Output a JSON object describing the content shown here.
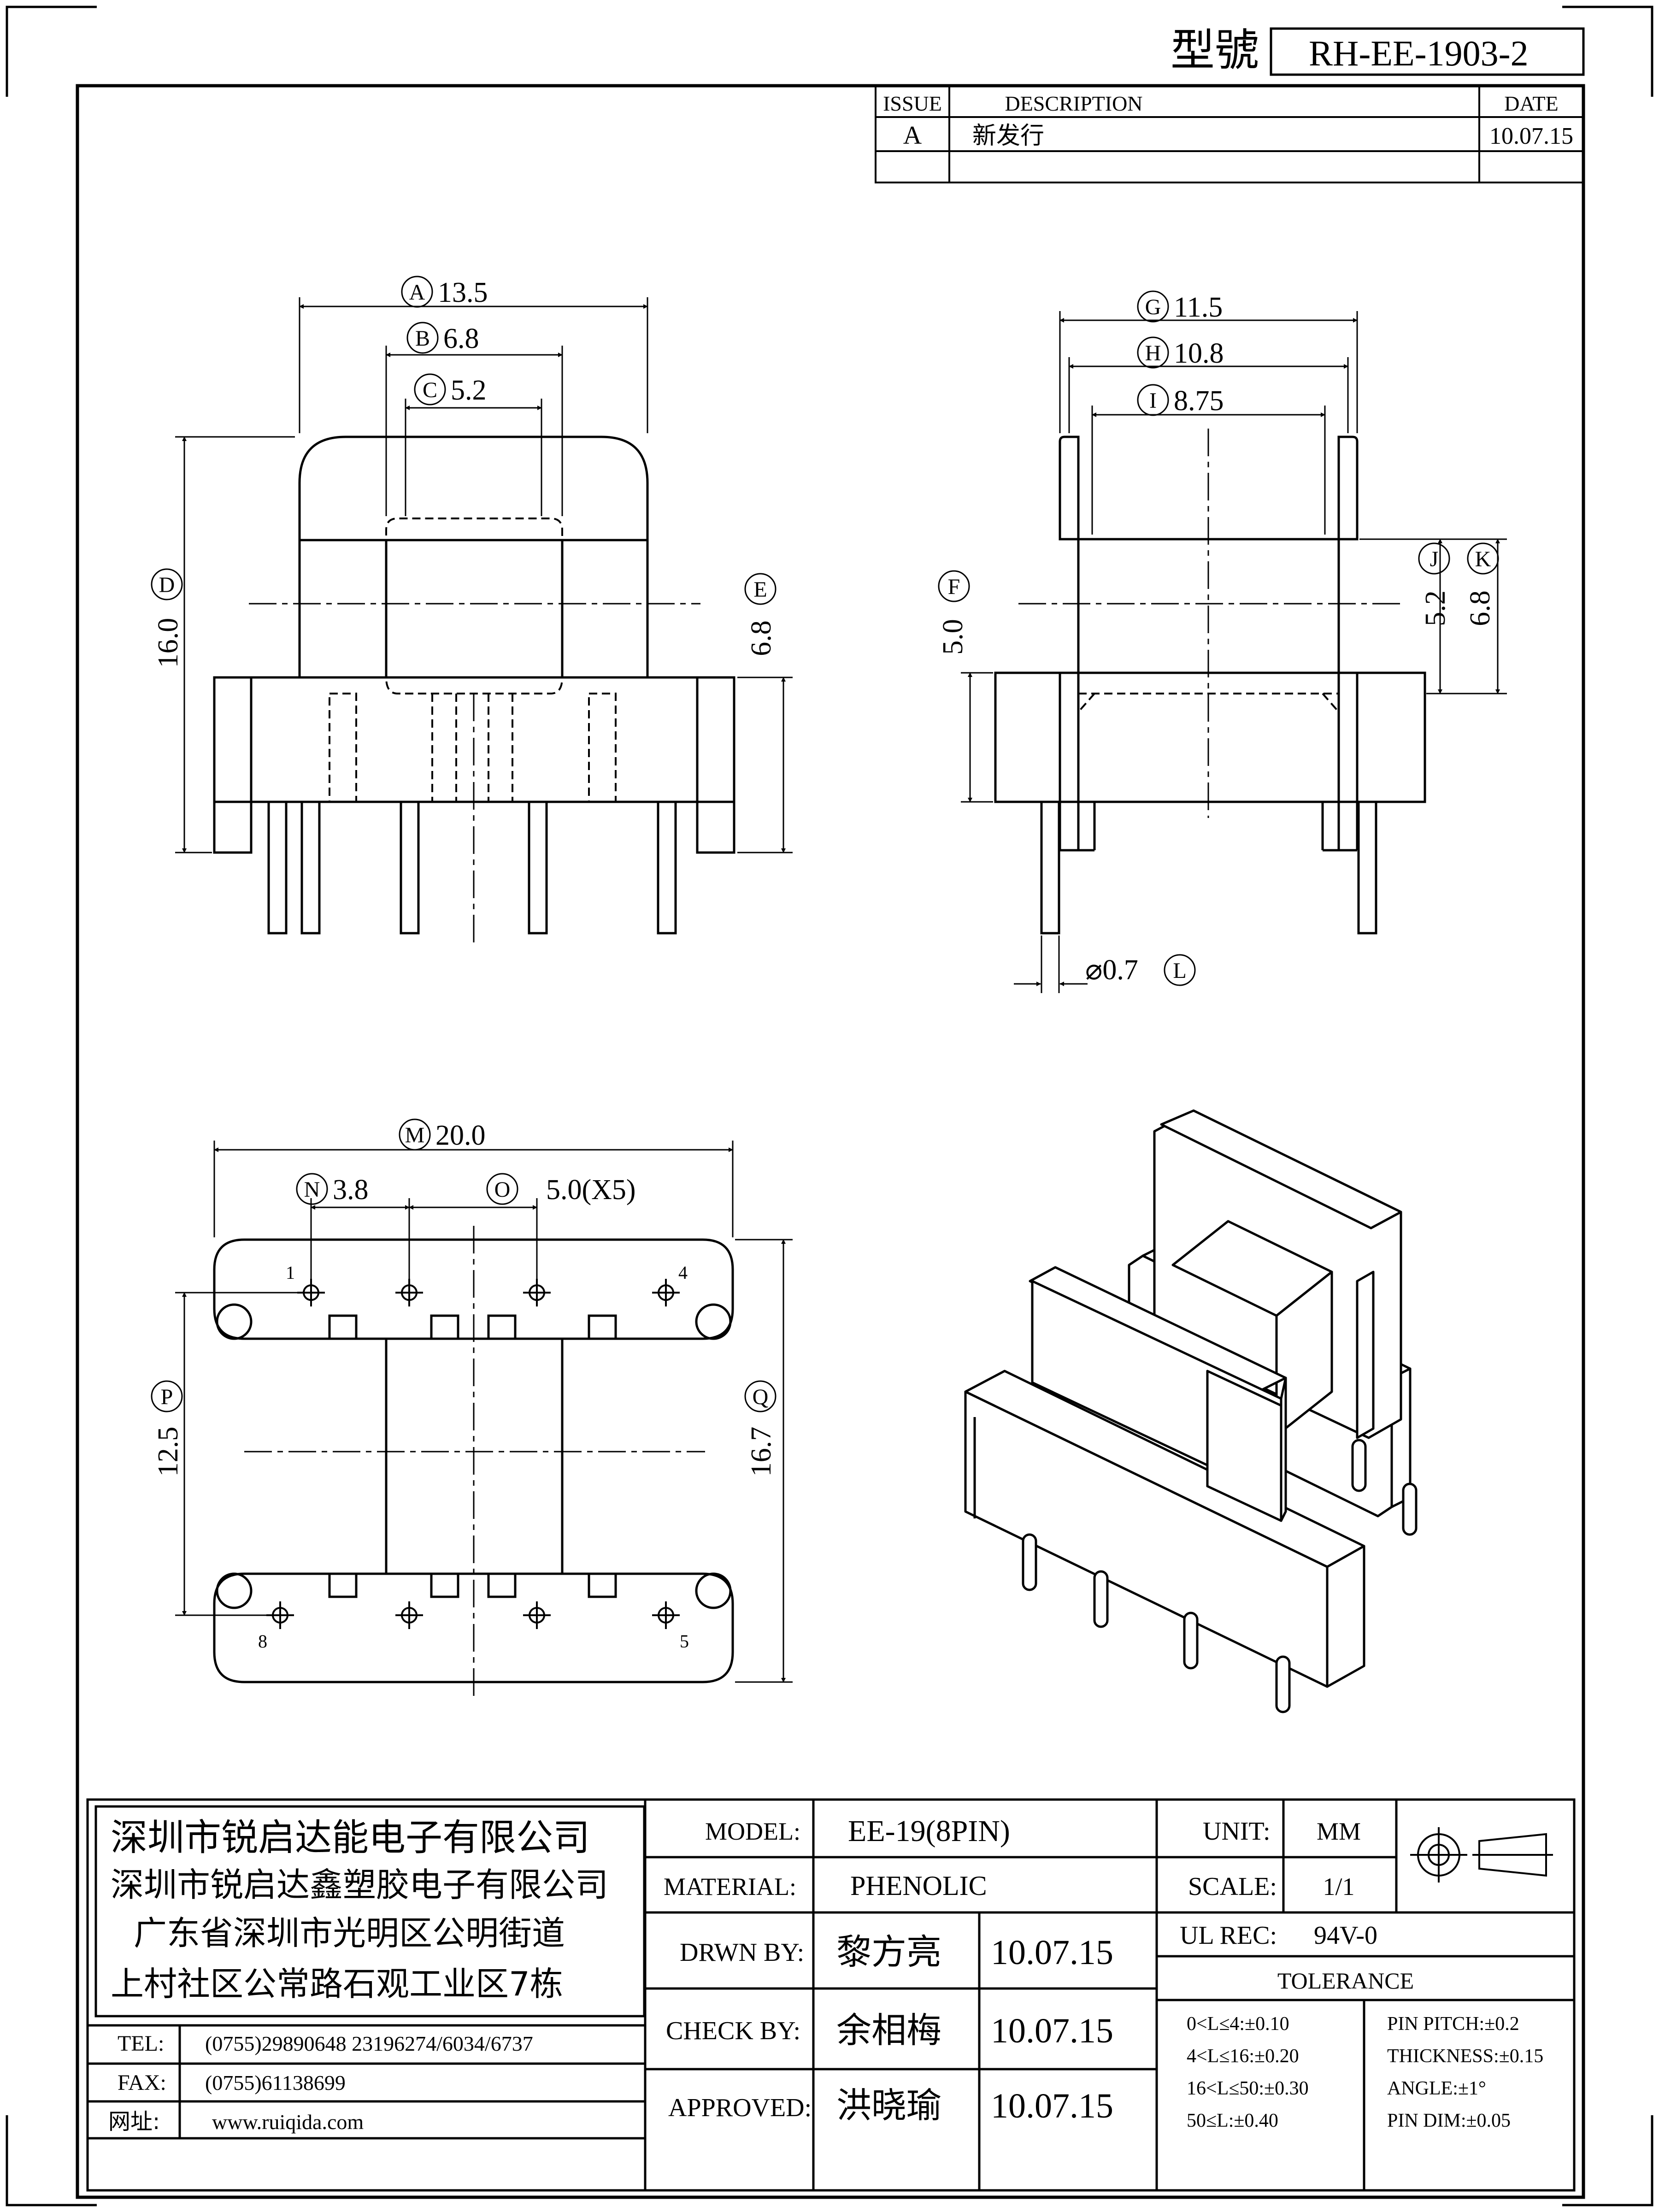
{
  "header": {
    "model_label": "型號",
    "model_no": "RH-EE-1903-2"
  },
  "revision": {
    "headers": {
      "issue": "ISSUE",
      "description": "DESCRIPTION",
      "date": "DATE"
    },
    "rows": [
      {
        "issue": "A",
        "description": "新发行",
        "date": "10.07.15"
      }
    ]
  },
  "side_view": {
    "dims": {
      "A": {
        "letter": "A",
        "value": "13.5"
      },
      "B": {
        "letter": "B",
        "value": "6.8"
      },
      "C": {
        "letter": "C",
        "value": "5.2"
      },
      "D": {
        "letter": "D",
        "value": "16.0"
      },
      "E": {
        "letter": "E",
        "value": "6.8"
      }
    }
  },
  "end_view": {
    "dims": {
      "G": {
        "letter": "G",
        "value": "11.5"
      },
      "H": {
        "letter": "H",
        "value": "10.8"
      },
      "I": {
        "letter": "I",
        "value": "8.75"
      },
      "F": {
        "letter": "F",
        "value": "5.0"
      },
      "J": {
        "letter": "J",
        "value": "5.2"
      },
      "K": {
        "letter": "K",
        "value": "6.8"
      },
      "L": {
        "letter": "L",
        "value": "⌀0.7"
      }
    }
  },
  "bottom_view": {
    "dims": {
      "M": {
        "letter": "M",
        "value": "20.0"
      },
      "N": {
        "letter": "N",
        "value": "3.8"
      },
      "O": {
        "letter": "O",
        "value": "5.0(X5)"
      },
      "P": {
        "letter": "P",
        "value": "12.5"
      },
      "Q": {
        "letter": "Q",
        "value": "16.7"
      }
    },
    "pins": {
      "p1": "1",
      "p4": "4",
      "p8": "8",
      "p5": "5"
    }
  },
  "company": {
    "lines": [
      "深圳市锐启达能电子有限公司",
      "深圳市锐启达鑫塑胶电子有限公司",
      "广东省深圳市光明区公明街道",
      "上村社区公常路石观工业区7栋"
    ],
    "tel_label": "TEL:",
    "tel": "(0755)29890648  23196274/6034/6737",
    "fax_label": "FAX:",
    "fax": "(0755)61138699",
    "web_label": "网址:",
    "web": "www.ruiqida.com"
  },
  "title_block": {
    "model_label": "MODEL:",
    "model": "EE-19(8PIN)",
    "material_label": "MATERIAL:",
    "material": "PHENOLIC",
    "drawn_label": "DRWN BY:",
    "drawn_name": "黎方亮",
    "drawn_date": "10.07.15",
    "check_label": "CHECK BY:",
    "check_name": "余相梅",
    "check_date": "10.07.15",
    "approved_label": "APPROVED:",
    "approved_name": "洪晓瑜",
    "approved_date": "10.07.15",
    "unit_label": "UNIT:",
    "unit": "MM",
    "scale_label": "SCALE:",
    "scale": "1/1",
    "ul_label": "UL REC:",
    "ul": "94V-0",
    "tolerance_label": "TOLERANCE",
    "tolerances": [
      "0<L≤4:±0.10",
      "4<L≤16:±0.20",
      "16<L≤50:±0.30",
      "50≤L:±0.40"
    ],
    "pin_tol": [
      "PIN PITCH:±0.2",
      "THICKNESS:±0.15",
      "ANGLE:±1°",
      "PIN DIM:±0.05"
    ]
  }
}
